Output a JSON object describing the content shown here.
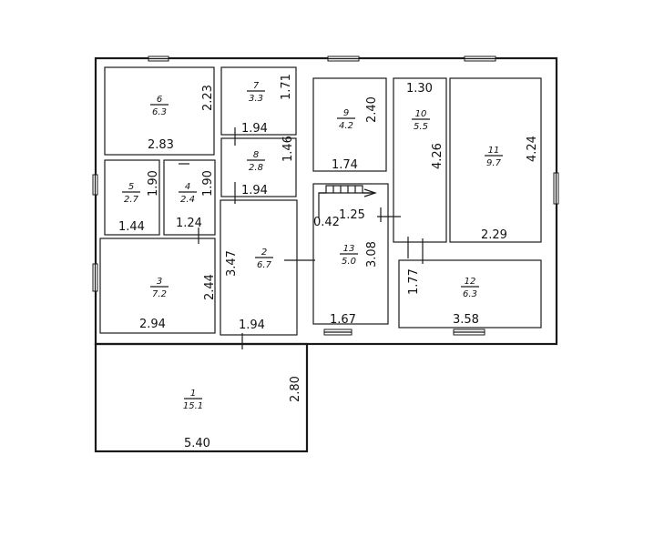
{
  "rooms": [
    {
      "id": "1",
      "area": "15.1"
    },
    {
      "id": "2",
      "area": "6.7"
    },
    {
      "id": "3",
      "area": "7.2"
    },
    {
      "id": "4",
      "area": "2.4"
    },
    {
      "id": "5",
      "area": "2.7"
    },
    {
      "id": "6",
      "area": "6.3"
    },
    {
      "id": "7",
      "area": "3.3"
    },
    {
      "id": "8",
      "area": "2.8"
    },
    {
      "id": "9",
      "area": "4.2"
    },
    {
      "id": "10",
      "area": "5.5"
    },
    {
      "id": "11",
      "area": "9.7"
    },
    {
      "id": "12",
      "area": "6.3"
    },
    {
      "id": "13",
      "area": "5.0"
    }
  ],
  "dims": {
    "r6_h": "2.23",
    "r6_w": "2.83",
    "r7_h": "1.71",
    "r7_w": "1.94",
    "r8_h": "1.46",
    "r8_w": "1.94",
    "r9_h": "2.40",
    "r9_w": "1.74",
    "r10_top": "1.30",
    "r10_h": "4.26",
    "r11_h": "4.24",
    "r11_w": "2.29",
    "r5_h": "1.90",
    "r5_w": "1.44",
    "r4_h": "1.90",
    "r4_w": "1.24",
    "stair_w": "1.25",
    "stair_gap": "0.42",
    "r3_h": "2.44",
    "r3_w": "2.94",
    "r2_h": "3.47",
    "r2_w": "1.94",
    "r13_h": "3.08",
    "r13_w": "1.67",
    "r12_h": "1.77",
    "r12_w": "3.58",
    "r1_h": "2.80",
    "r1_w": "5.40"
  }
}
